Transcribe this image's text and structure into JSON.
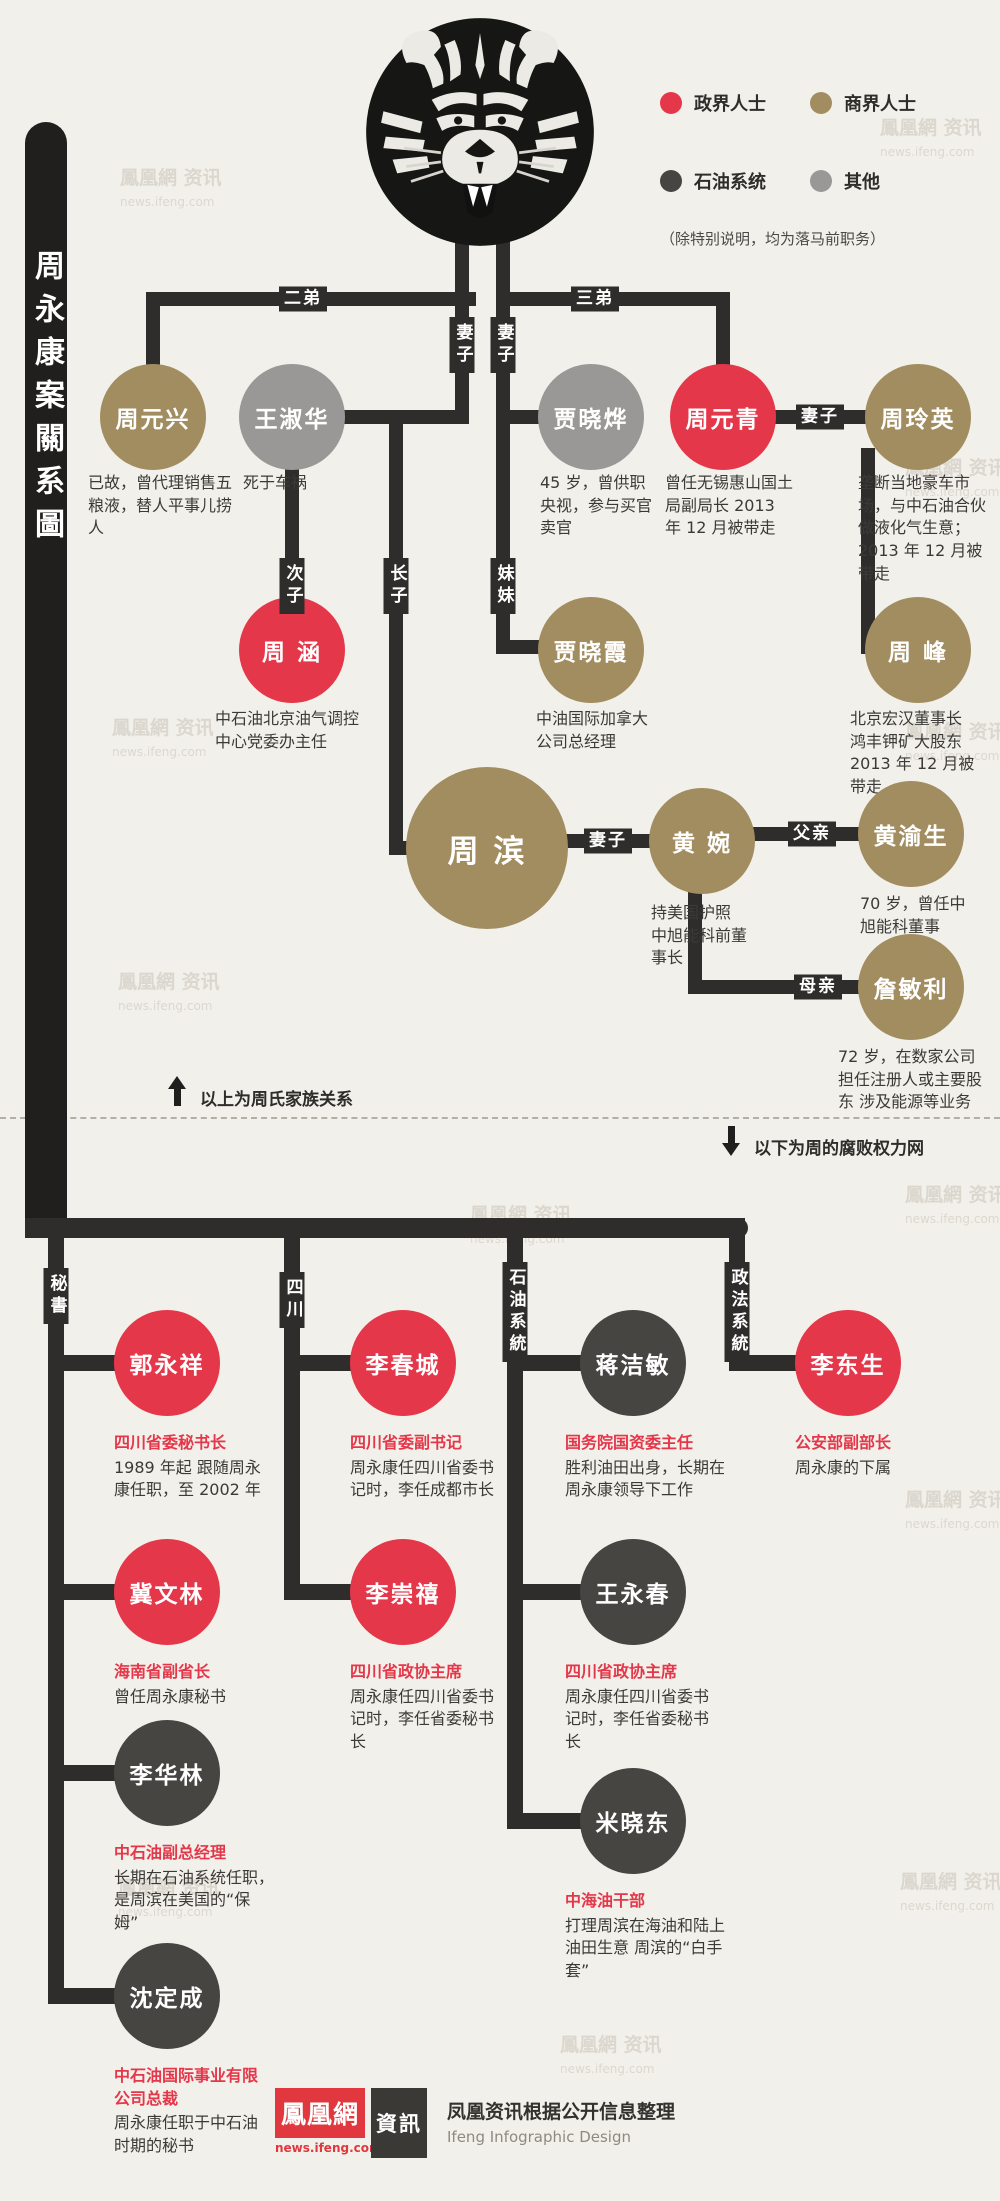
{
  "page": {
    "title_vertical": "周永康案關系圖"
  },
  "palette": {
    "political": "#e5374a",
    "business": "#a28d60",
    "oil": "#474542",
    "other": "#9a9896",
    "line": "#2e2d2b"
  },
  "legend": {
    "items": [
      {
        "label": "政界人士",
        "color": "#e5374a"
      },
      {
        "label": "商界人士",
        "color": "#a28d60"
      },
      {
        "label": "石油系统",
        "color": "#474542"
      },
      {
        "label": "其他",
        "color": "#9a9896"
      }
    ],
    "note": "（除特别说明，均为落马前职务）"
  },
  "edge_labels": {
    "second_brother": "二弟",
    "third_brother": "三弟",
    "wife": "妻子",
    "second_son": "次子",
    "eldest_son": "长子",
    "younger_sister": "妹妹",
    "father": "父亲",
    "mother": "母亲"
  },
  "branch_labels": {
    "secretary": "秘書",
    "sichuan": "四川",
    "oil": "石油系統",
    "law": "政法系統"
  },
  "dividers": {
    "above": "以上为周氏家族关系",
    "below": "以下为周的腐败权力网"
  },
  "nodes": {
    "zhou_yuanxing": {
      "name": "周元兴",
      "desc": "已故，曾代理销售五粮液，替人平事儿捞人"
    },
    "wang_shuhua": {
      "name": "王淑华",
      "desc": "死于车祸"
    },
    "jia_xiaoye": {
      "name": "贾晓烨",
      "desc": "45 岁，曾供职央视，参与买官卖官"
    },
    "zhou_yuanqing": {
      "name": "周元青",
      "desc": "曾任无锡惠山国土局副局长 2013 年 12 月被带走"
    },
    "zhou_lingying": {
      "name": "周玲英",
      "desc": "垄断当地豪车市场，与中石油合伙做液化气生意；2013 年 12 月被带走"
    },
    "zhou_han": {
      "name": "周 涵",
      "desc": "中石油北京油气调控中心党委办主任"
    },
    "jia_xiaoxia": {
      "name": "贾晓霞",
      "desc": "中油国际加拿大公司总经理"
    },
    "zhou_feng": {
      "name": "周 峰",
      "desc": "北京宏汉董事长 鸿丰钾矿大股东 2013 年 12 月被带走"
    },
    "zhou_bin": {
      "name": "周 滨"
    },
    "huang_wan": {
      "name": "黄 婉",
      "desc": "持美国护照 中旭能科前董事长"
    },
    "huang_yusheng": {
      "name": "黄渝生",
      "desc": "70 岁，曾任中旭能科董事"
    },
    "zhan_minli": {
      "name": "詹敏利",
      "desc": "72 岁，在数家公司担任注册人或主要股东 涉及能源等业务"
    },
    "guo_yongxiang": {
      "name": "郭永祥",
      "title": "四川省委秘书长",
      "desc": "1989 年起 跟随周永康任职，至 2002 年"
    },
    "li_chuncheng": {
      "name": "李春城",
      "title": "四川省委副书记",
      "desc": "周永康任四川省委书记时，李任成都市长"
    },
    "jiang_jiemin": {
      "name": "蒋洁敏",
      "title": "国务院国资委主任",
      "desc": "胜利油田出身，长期在周永康领导下工作"
    },
    "li_dongsheng": {
      "name": "李东生",
      "title": "公安部副部长",
      "desc": "周永康的下属"
    },
    "ji_wenlin": {
      "name": "冀文林",
      "title": "海南省副省长",
      "desc": "曾任周永康秘书"
    },
    "li_chongxi": {
      "name": "李崇禧",
      "title": "四川省政协主席",
      "desc": "周永康任四川省委书记时，李任省委秘书长"
    },
    "wang_yongchun": {
      "name": "王永春",
      "title": "四川省政协主席",
      "desc": "周永康任四川省委书记时，李任省委秘书长"
    },
    "li_hualin": {
      "name": "李华林",
      "title": "中石油副总经理",
      "desc": "长期在石油系统任职，是周滨在美国的“保姆”"
    },
    "mi_xiaodong": {
      "name": "米晓东",
      "title": "中海油干部",
      "desc": "打理周滨在海油和陆上油田生意 周滨的“白手套”"
    },
    "shen_dingcheng": {
      "name": "沈定成",
      "title": "中石油国际事业有限公司总裁",
      "desc": "周永康任职于中石油时期的秘书"
    }
  },
  "footer": {
    "logo_main": "鳳凰網",
    "logo_url": "news.ifeng.com",
    "logo_badge": "資訊",
    "credit_cn": "凤凰资讯根据公开信息整理",
    "credit_en": "Ifeng Infographic Design"
  },
  "watermark": {
    "line1": "鳳凰網 资讯",
    "line2": "news.ifeng.com"
  }
}
